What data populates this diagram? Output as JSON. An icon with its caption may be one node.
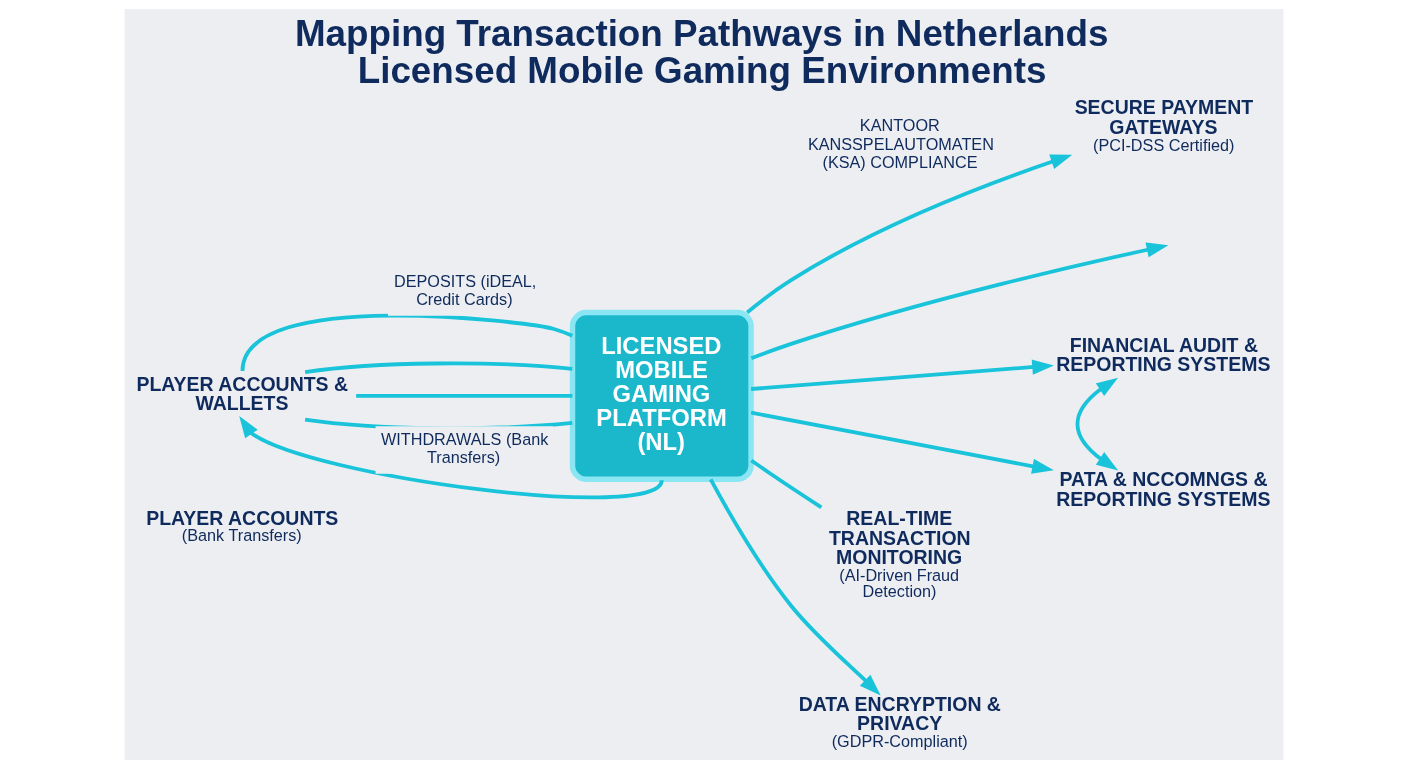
{
  "diagram": {
    "title": "Mapping Transaction Pathways in Netherlands Licensed Mobile Gaming Environments",
    "nodes": [
      {
        "text": [
          "PLAYER ACCOUNTS & WALLETS"
        ]
      },
      {
        "text": [
          "PLAYER ACCOUNTS",
          "(Bank Transfers)"
        ]
      },
      {
        "text": [
          "LICENSED MOBILE GAMING PLATFORM (NL)"
        ]
      },
      {
        "text": [
          "SECURE PAYMENT GATEWAYS",
          "(PCI-DSS Certified)"
        ]
      },
      {
        "text": [
          "FINANCIAL AUDIT & REPORTING SYSTEMS"
        ]
      },
      {
        "text": [
          "REAL-TIME TRANSACTION MONITORING",
          "(AI-Driven Fraud Detection)"
        ]
      },
      {
        "text": [
          "PATA & NCCOMNGS & REPORTING SYSTEMS"
        ]
      },
      {
        "text": [
          "DATA ENCRYPTION & PRIVACY",
          "(GDPR-Compliant)"
        ]
      }
    ],
    "edges": [
      {
        "from": 0,
        "to": 2,
        "arrow": "none",
        "label": "DEPOSITS (iDEAL, Credit Cards)"
      },
      {
        "from": 0,
        "to": 2,
        "arrow": "none"
      },
      {
        "from": 0,
        "to": 2,
        "arrow": "none"
      },
      {
        "from": 0,
        "to": 2,
        "arrow": "none"
      },
      {
        "from": 2,
        "to": 0,
        "arrow": "to",
        "label": "WITHDRAWALS (Bank Transfers)"
      },
      {
        "from": 2,
        "to": 3,
        "arrow": "to",
        "label": "KANTOOR KANSSPELAUTOMATEN (KSA) COMPLIANCE"
      },
      {
        "from": 2,
        "to": null,
        "arrow": "to"
      },
      {
        "from": 2,
        "to": 4,
        "arrow": "to"
      },
      {
        "from": 2,
        "to": 5,
        "arrow": "none"
      },
      {
        "from": 2,
        "to": 6,
        "arrow": "to"
      },
      {
        "from": 4,
        "to": 6,
        "arrow": "both"
      },
      {
        "from": 2,
        "to": 7,
        "arrow": "to"
      }
    ]
  }
}
